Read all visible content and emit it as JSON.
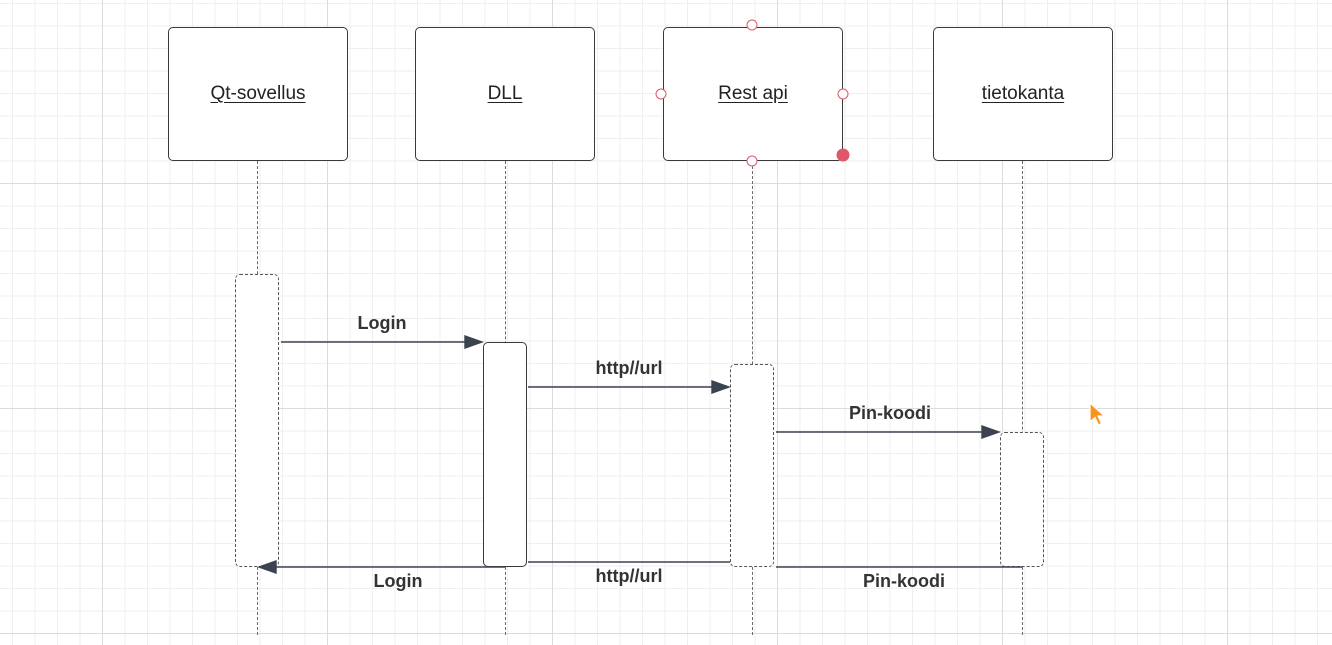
{
  "participants": [
    {
      "id": "qt",
      "label": "Qt-sovellus"
    },
    {
      "id": "dll",
      "label": "DLL"
    },
    {
      "id": "rest",
      "label": "Rest api"
    },
    {
      "id": "db",
      "label": "tietokanta"
    }
  ],
  "messages": [
    {
      "label": "Login"
    },
    {
      "label": "http//url"
    },
    {
      "label": "Pin-koodi"
    },
    {
      "label": "Pin-koodi"
    },
    {
      "label": "http//url"
    },
    {
      "label": "Login"
    }
  ],
  "colors": {
    "selection_handle": "#e0576b",
    "cursor": "#f7931e",
    "arrow": "#3b4250"
  },
  "icons": {
    "cursor": "mouse-pointer-icon"
  }
}
